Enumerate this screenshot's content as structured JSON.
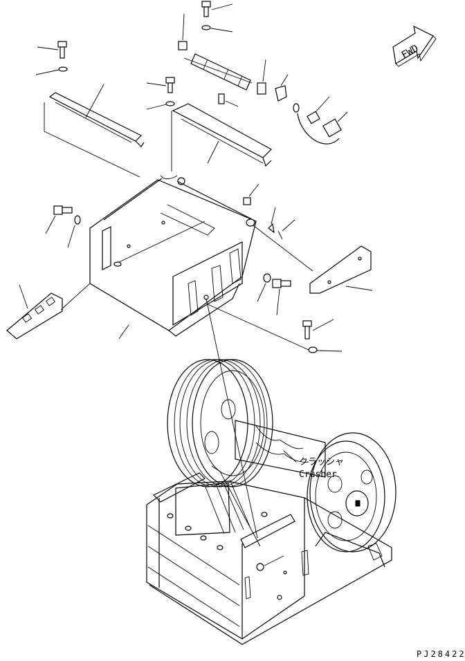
{
  "drawing": {
    "fwd_label": "FWD",
    "part_label_jp": "クラッシャ",
    "part_label_en": "Crusher",
    "drawing_id": "PJ28422"
  }
}
